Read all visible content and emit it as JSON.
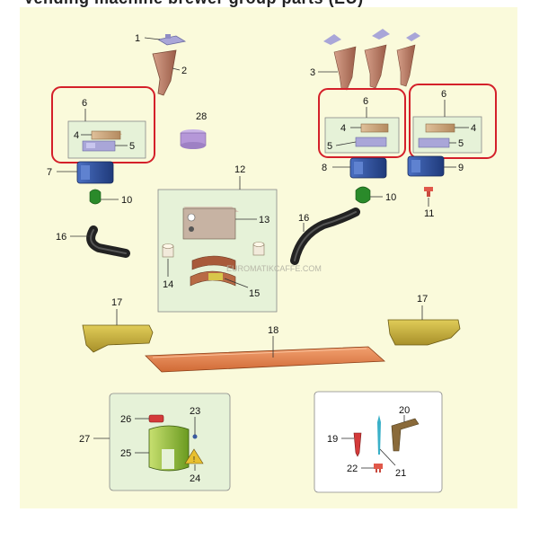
{
  "header": {
    "title": "Vending machine brewer group parts (EU)"
  },
  "watermark": "EUROMATIKCAFFE.COM",
  "callouts": {
    "c1": "1",
    "c2": "2",
    "c3": "3",
    "c4a": "4",
    "c4b": "4",
    "c4c": "4",
    "c5a": "5",
    "c5b": "5",
    "c5c": "5",
    "c6a": "6",
    "c6b": "6",
    "c6c": "6",
    "c7": "7",
    "c8": "8",
    "c9": "9",
    "c10a": "10",
    "c10b": "10",
    "c11": "11",
    "c12": "12",
    "c13": "13",
    "c14": "14",
    "c15": "15",
    "c16a": "16",
    "c16b": "16",
    "c17a": "17",
    "c17b": "17",
    "c18": "18",
    "c19": "19",
    "c20": "20",
    "c21": "21",
    "c22": "22",
    "c23": "23",
    "c24": "24",
    "c25": "25",
    "c26": "26",
    "c27": "27",
    "c28": "28"
  },
  "colors": {
    "background": "#fafadb",
    "panel": "#e6f2d8",
    "panel_border": "#888888",
    "highlight": "#d4202a",
    "funnel": "#b97a62",
    "block": "#c9a27a",
    "clip": "#a9a6d8",
    "motor": "#2f4f9a",
    "green": "#2a8a2a",
    "hose": "#222222",
    "tray": "#e8824a",
    "bracket": "#c8b23a"
  }
}
